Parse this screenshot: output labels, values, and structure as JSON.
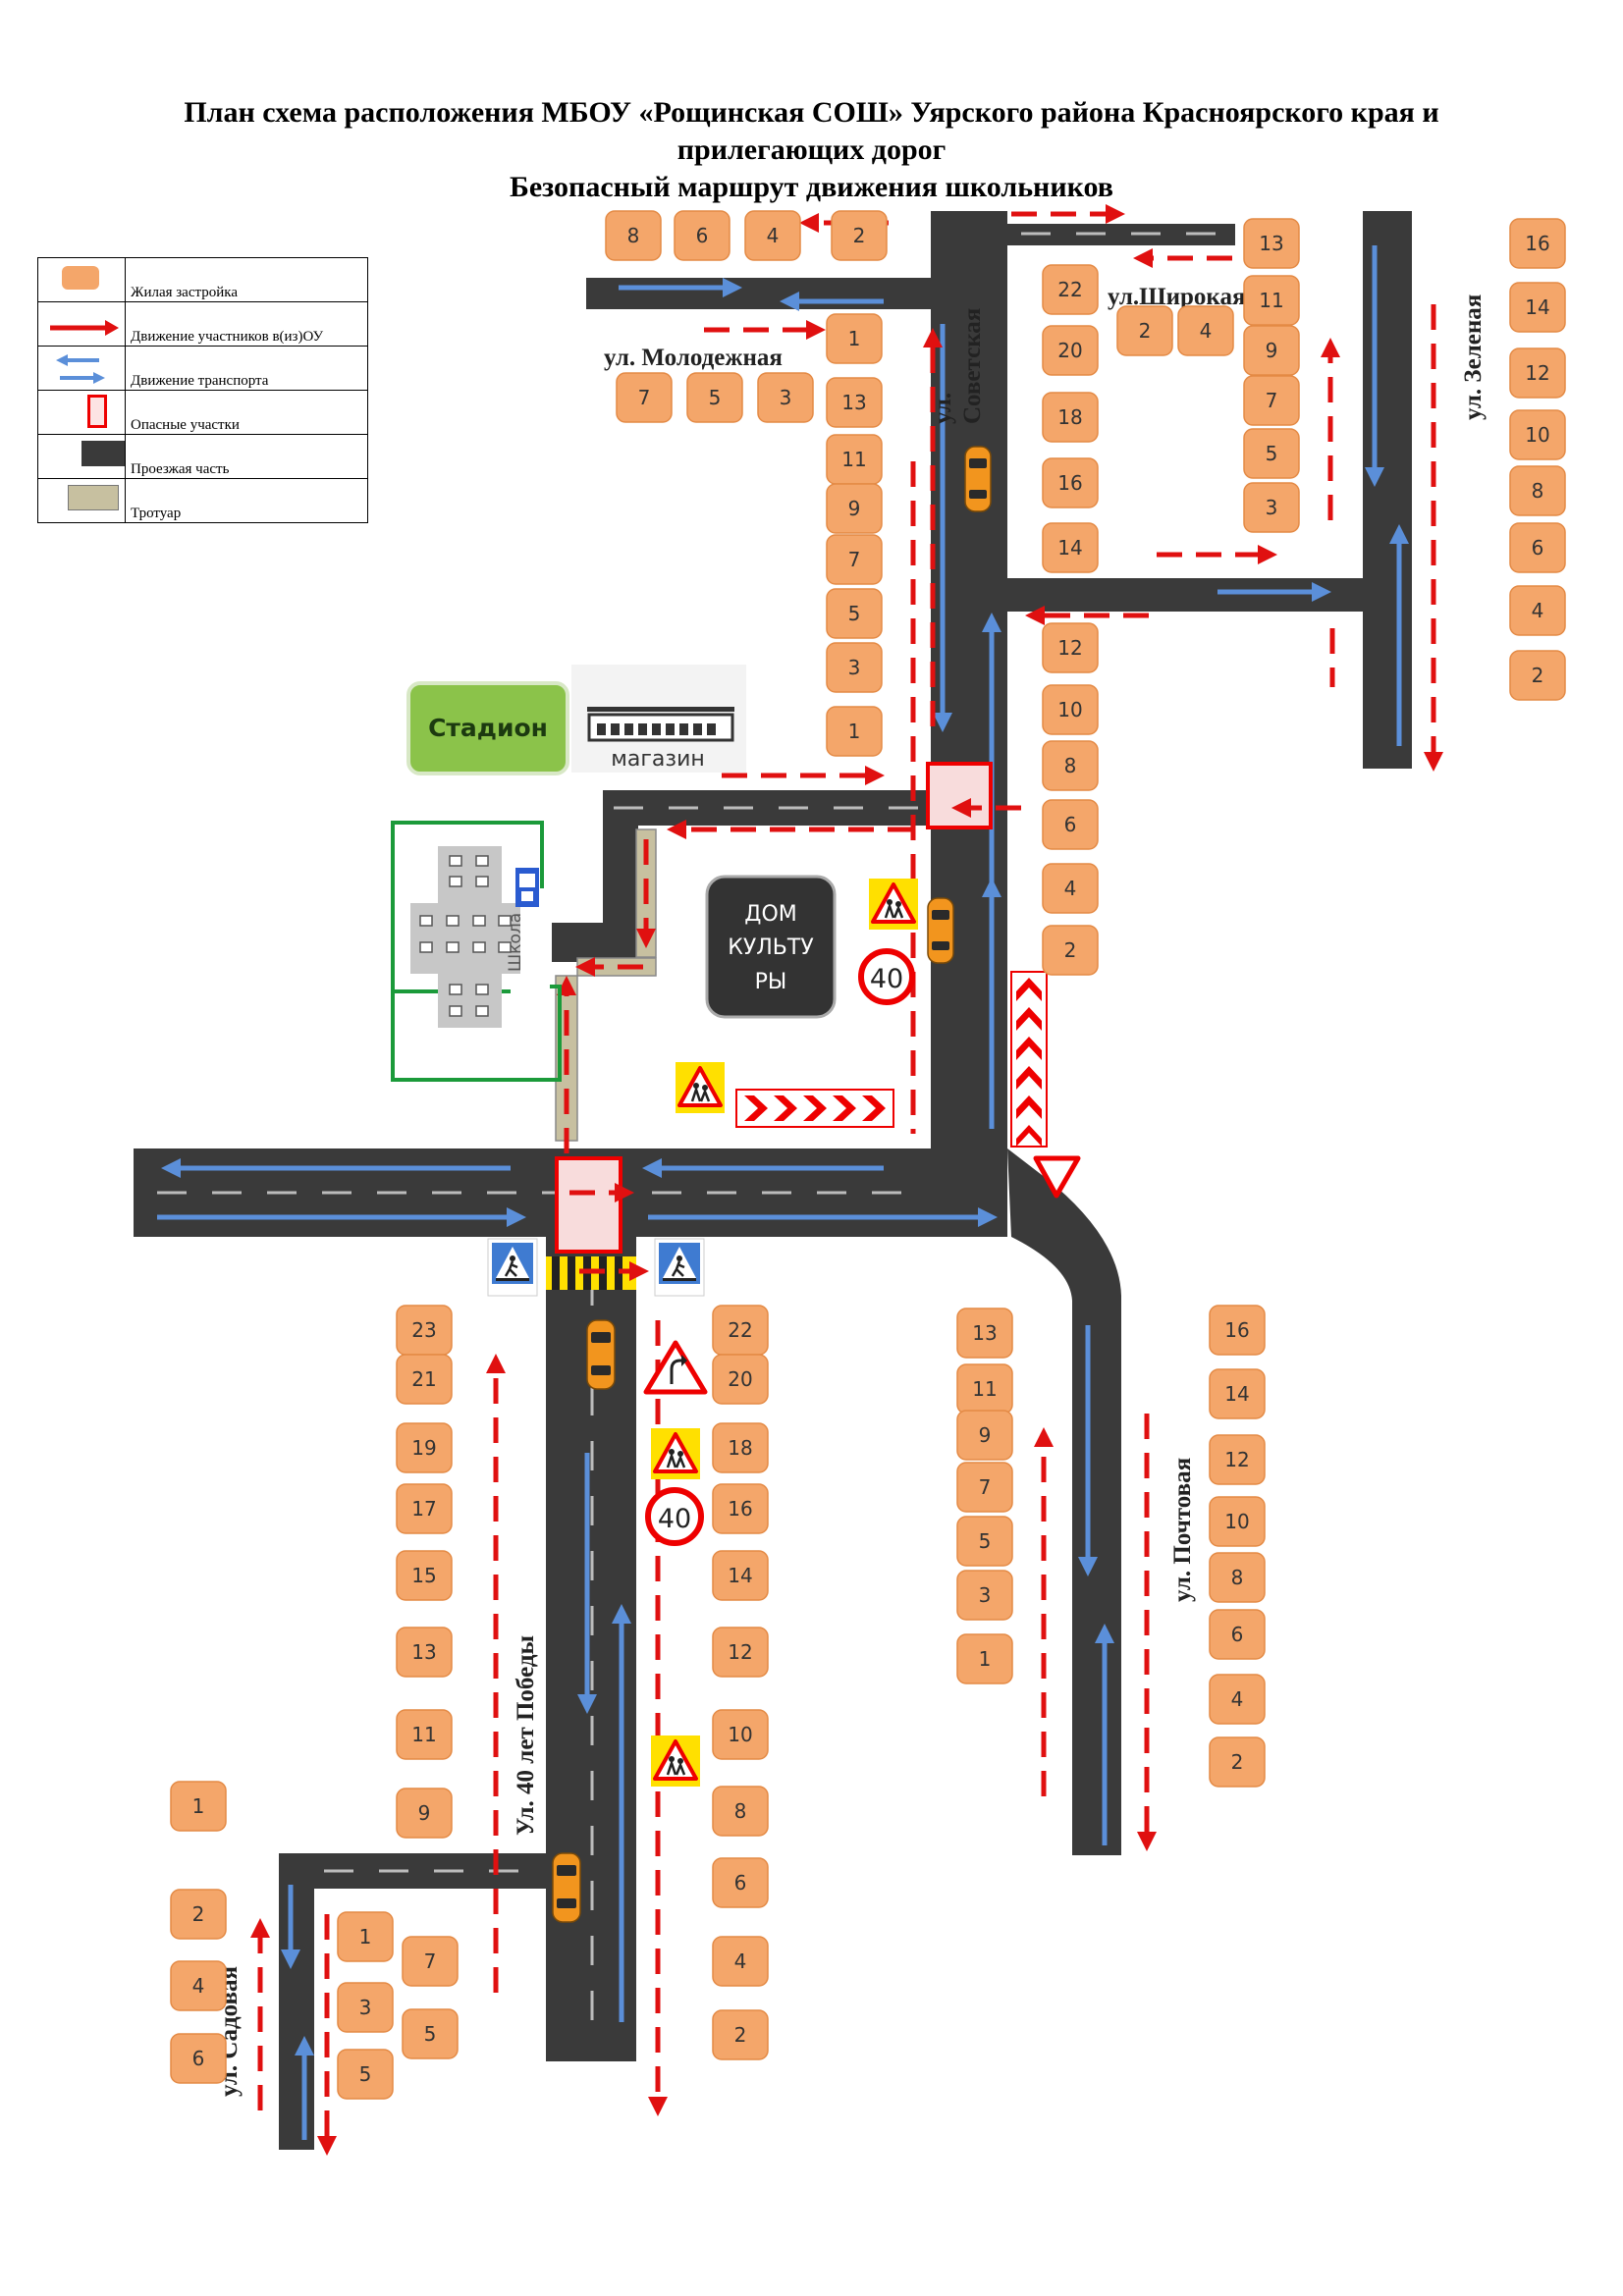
{
  "title": {
    "line1": "План схема расположения МБОУ «Рощинская СОШ» Уярского района Красноярского края и",
    "line2": "прилегающих дорог",
    "line3": "Безопасный маршрут  движения  школьников"
  },
  "legend": {
    "residential": "Жилая застройка",
    "participants": "Движение участников в(из)ОУ",
    "transport": "Движение транспорта",
    "danger": "Опасные  участки",
    "roadway": "Проезжая часть",
    "sidewalk": "Тротуар"
  },
  "streets": {
    "molodezhnaya": "ул. Молодежная",
    "sovetskaya_1": "ул.",
    "sovetskaya_2": "Советская",
    "shirokaya": "ул.Широкая",
    "zelenaya": "ул. Зеленая",
    "pochtovaya": "ул. Почтовая",
    "pobedy": "Ул. 40 лет Победы",
    "sadovaya": "ул. Садовая"
  },
  "places": {
    "stadium": "Стадион",
    "shop": "магазин",
    "school": "Школа",
    "culture_1": "ДОМ",
    "culture_2": "КУЛЬТУ",
    "culture_3": "РЫ"
  },
  "signs": {
    "speed_limit": "40"
  },
  "colors": {
    "house": "#f4a66a",
    "road": "#3a3a3a",
    "route": "#e01010",
    "traffic": "#5b8fd9",
    "sidewalk": "#c7c0a0",
    "stadium": "#8bc34a"
  },
  "houses": {
    "molodezhnaya_north": [
      "8",
      "6",
      "4",
      "2"
    ],
    "molodezhnaya_south": [
      "7",
      "5",
      "3"
    ],
    "sovetskaya_west": [
      "1",
      "13",
      "11",
      "9",
      "7",
      "5",
      "3",
      "1"
    ],
    "sovetskaya_east": [
      "22",
      "20",
      "18",
      "16",
      "14",
      "12",
      "10",
      "8",
      "6",
      "4",
      "2"
    ],
    "shirokaya": [
      "2",
      "4"
    ],
    "zelenaya_west": [
      "13",
      "11",
      "9",
      "7",
      "5",
      "3"
    ],
    "zelenaya_east": [
      "16",
      "14",
      "12",
      "10",
      "8",
      "6",
      "4",
      "2"
    ],
    "pobedy_west": [
      "23",
      "21",
      "19",
      "17",
      "15",
      "13",
      "11",
      "9"
    ],
    "pobedy_east": [
      "22",
      "20",
      "18",
      "16",
      "14",
      "12",
      "10",
      "8",
      "6",
      "4",
      "2"
    ],
    "pochtovaya_west": [
      "13",
      "11",
      "9",
      "7",
      "5",
      "3",
      "1"
    ],
    "pochtovaya_east": [
      "16",
      "14",
      "12",
      "10",
      "8",
      "6",
      "4",
      "2"
    ],
    "sadovaya_west": [
      "1",
      "2",
      "4",
      "6"
    ],
    "sadovaya_east_a": [
      "1",
      "3",
      "5"
    ],
    "sadovaya_east_b": [
      "7",
      "5"
    ]
  }
}
